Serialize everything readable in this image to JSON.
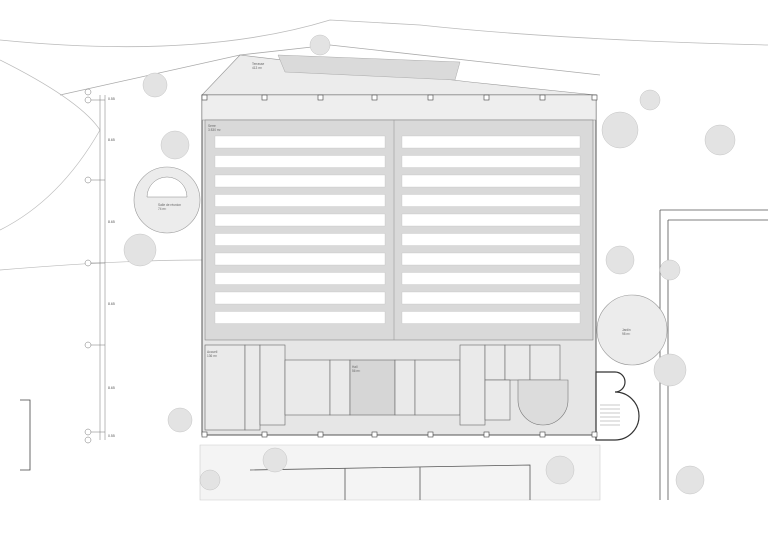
{
  "plan": {
    "rooms": [
      {
        "id": "terrace",
        "label": "Terrasse",
        "area": "413 m²"
      },
      {
        "id": "greenhouse",
        "label": "Serre",
        "area": "3 830 m²"
      },
      {
        "id": "amphitheater",
        "label": "Salle de réunion",
        "area": "74 m²"
      },
      {
        "id": "garden",
        "label": "Jardin",
        "area": "98 m²"
      },
      {
        "id": "reception",
        "label": "Accueil",
        "area": "136 m²"
      },
      {
        "id": "hall",
        "label": "Hall",
        "area": "56 m²"
      }
    ],
    "dimensions": [
      "0.55",
      "8.65",
      "8.65",
      "8.65",
      "8.65",
      "0.55"
    ]
  },
  "colors": {
    "floor": "#d9d9d9",
    "service": "#e6e6e6",
    "line": "#888888",
    "landscape": "#f2f2f2"
  }
}
